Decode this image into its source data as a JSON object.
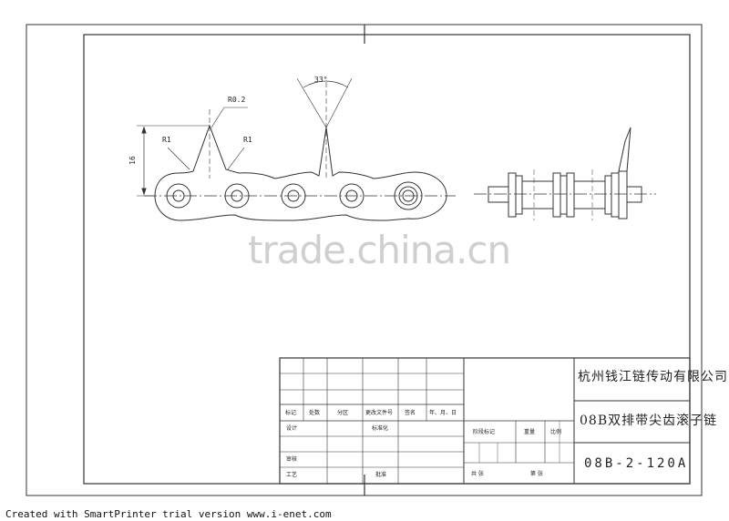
{
  "drawing": {
    "dimensions": {
      "tip_radius": "R0.2",
      "root_radius_left": "R1",
      "root_radius_right": "R1",
      "tooth_angle": "33°",
      "tooth_height": "16"
    }
  },
  "title_block": {
    "company": "杭州钱江链传动有限公司",
    "product_name": "08B双排带尖齿滚子链",
    "drawing_number": "08B-2-120A",
    "revision_headers": [
      "标记",
      "处数",
      "分区",
      "更改文件号",
      "签名",
      "年、月、日"
    ],
    "labels": {
      "design": "设计",
      "standardization": "标准化",
      "check": "审核",
      "process": "工艺",
      "approve": "批准",
      "stage_mark": "阶段标记",
      "weight": "重量",
      "scale": "比例",
      "total_sheets": "共  张",
      "sheet_no": "第  张"
    }
  },
  "watermark": "trade.china.cn",
  "footer": "Created with SmartPrinter trial version www.i-enet.com"
}
